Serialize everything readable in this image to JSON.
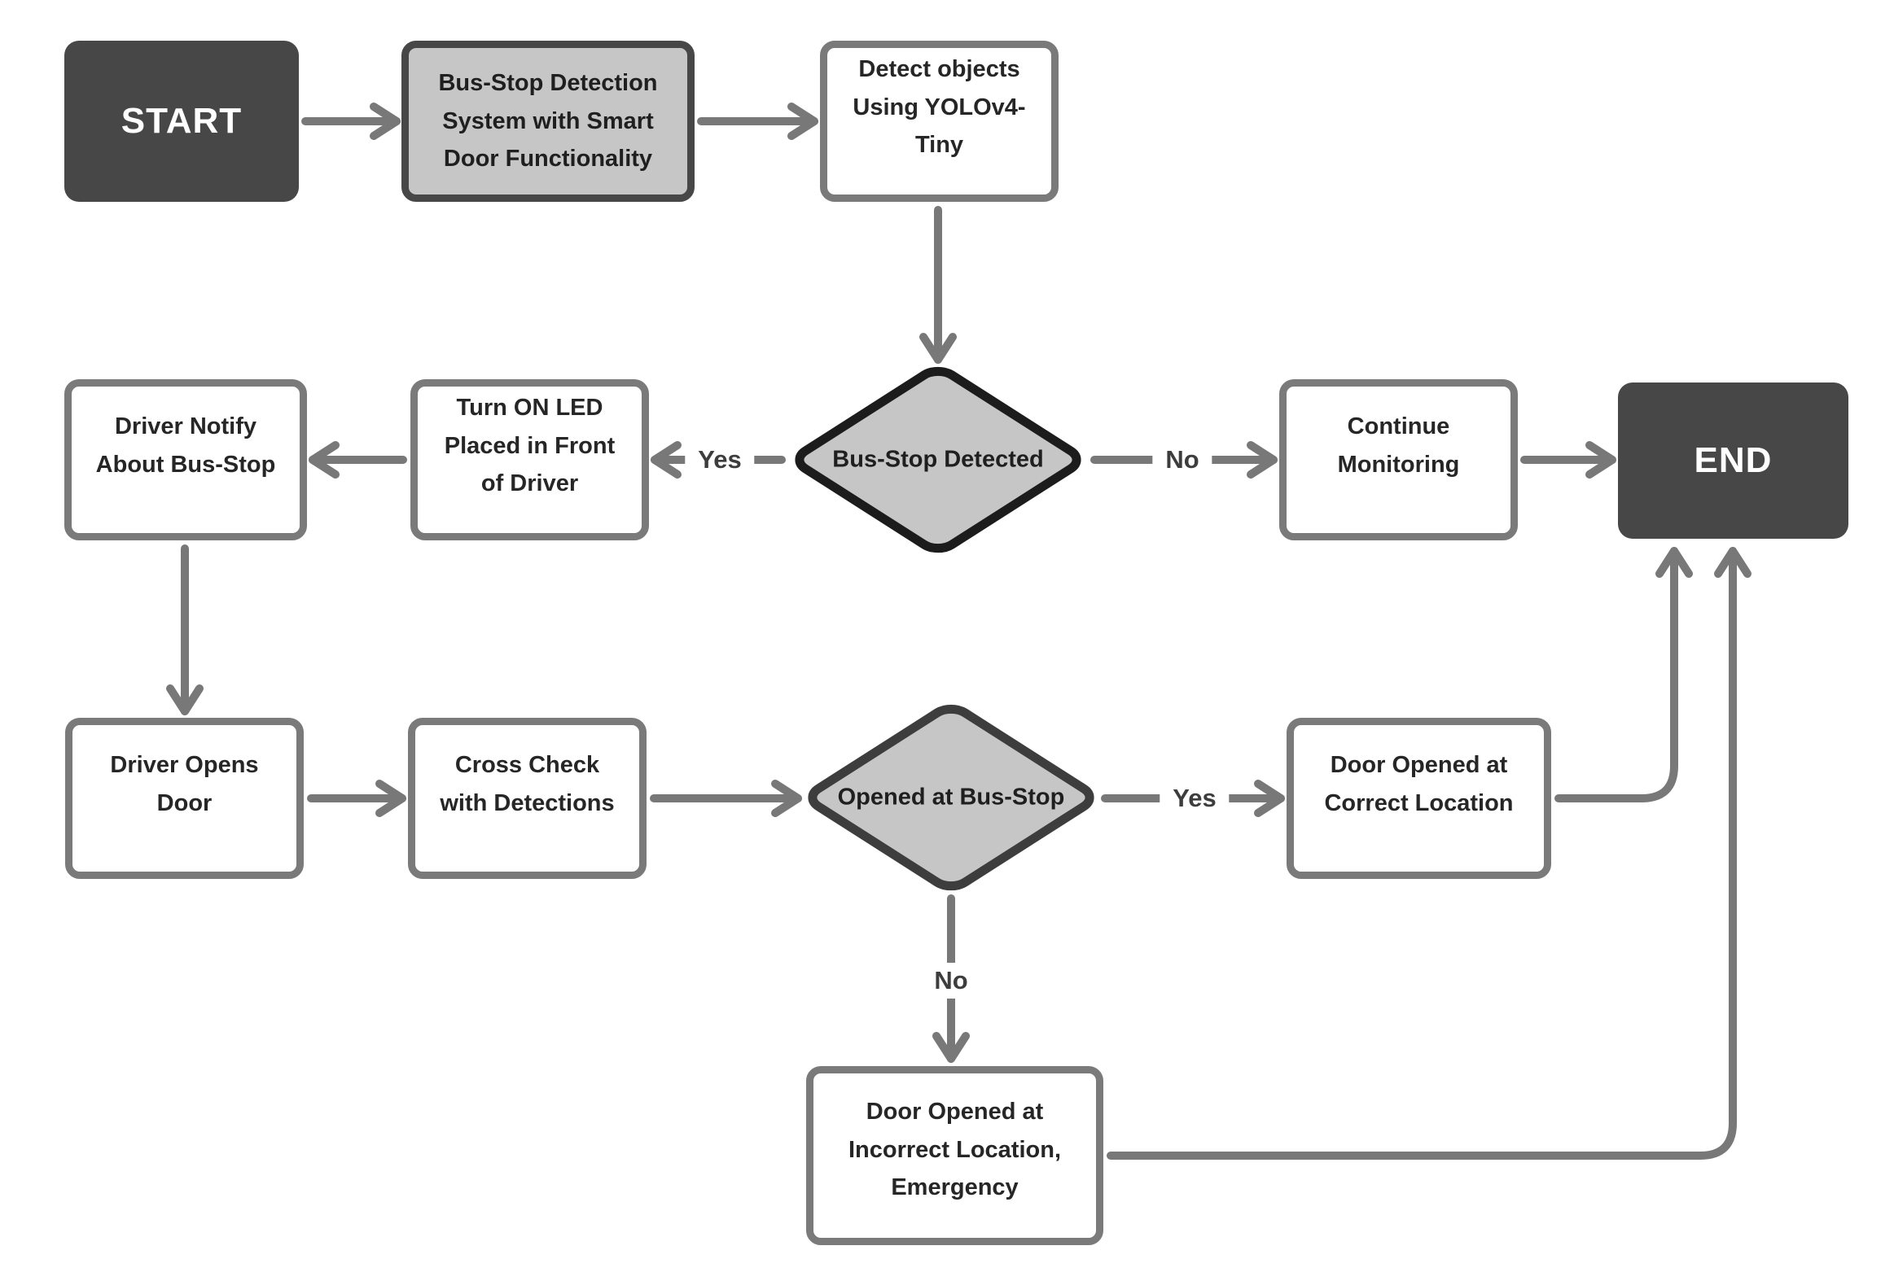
{
  "diagram": {
    "type": "flowchart",
    "nodes": {
      "start": {
        "label": "START",
        "shape": "terminal"
      },
      "system": {
        "label": "Bus-Stop Detection System with Smart Door Functionality",
        "shape": "process-highlight"
      },
      "detect": {
        "label": "Detect objects Using YOLOv4-Tiny",
        "shape": "process"
      },
      "bus_stop_detected": {
        "label": "Bus-Stop Detected",
        "shape": "decision"
      },
      "turn_on_led": {
        "label": "Turn ON LED Placed in Front of Driver",
        "shape": "process"
      },
      "driver_notify": {
        "label": "Driver Notify About Bus-Stop",
        "shape": "process"
      },
      "continue_monitoring": {
        "label": "Continue Monitoring",
        "shape": "process"
      },
      "end": {
        "label": "END",
        "shape": "terminal"
      },
      "driver_opens_door": {
        "label": "Driver Opens Door",
        "shape": "process"
      },
      "cross_check": {
        "label": "Cross Check with Detections",
        "shape": "process"
      },
      "opened_at_bus_stop": {
        "label": "Opened at Bus-Stop",
        "shape": "decision"
      },
      "door_correct": {
        "label": "Door Opened at Correct Location",
        "shape": "process"
      },
      "door_incorrect": {
        "label": "Door Opened at Incorrect Location, Emergency",
        "shape": "process"
      }
    },
    "edges": [
      {
        "from": "start",
        "to": "system",
        "label": ""
      },
      {
        "from": "system",
        "to": "detect",
        "label": ""
      },
      {
        "from": "detect",
        "to": "bus_stop_detected",
        "label": ""
      },
      {
        "from": "bus_stop_detected",
        "to": "turn_on_led",
        "label": "Yes"
      },
      {
        "from": "turn_on_led",
        "to": "driver_notify",
        "label": ""
      },
      {
        "from": "bus_stop_detected",
        "to": "continue_monitoring",
        "label": "No"
      },
      {
        "from": "continue_monitoring",
        "to": "end",
        "label": ""
      },
      {
        "from": "driver_notify",
        "to": "driver_opens_door",
        "label": ""
      },
      {
        "from": "driver_opens_door",
        "to": "cross_check",
        "label": ""
      },
      {
        "from": "cross_check",
        "to": "opened_at_bus_stop",
        "label": ""
      },
      {
        "from": "opened_at_bus_stop",
        "to": "door_correct",
        "label": "Yes"
      },
      {
        "from": "opened_at_bus_stop",
        "to": "door_incorrect",
        "label": "No"
      },
      {
        "from": "door_correct",
        "to": "end",
        "label": ""
      },
      {
        "from": "door_incorrect",
        "to": "end",
        "label": ""
      }
    ],
    "colors": {
      "terminal_fill": "#474747",
      "terminal_text": "#ffffff",
      "highlight_fill": "#c6c6c6",
      "highlight_border": "#474747",
      "process_fill": "#ffffff",
      "process_border": "#7a7a7a",
      "decision_fill": "#c6c6c6",
      "decision_border_primary": "#1c1c1c",
      "decision_border_secondary": "#3d3d3d",
      "arrow": "#787878",
      "text": "#262626",
      "background": "#ffffff"
    }
  }
}
